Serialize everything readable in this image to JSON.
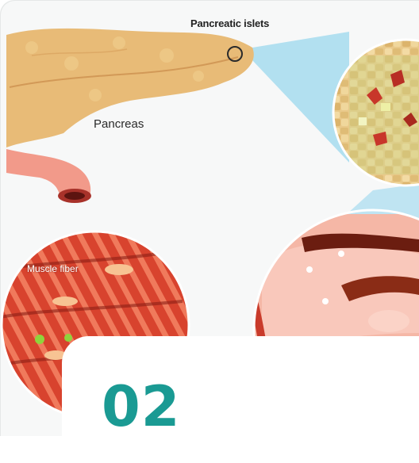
{
  "illustration": {
    "islets_label": "Pancreatic islets",
    "pancreas_label": "Pancreas",
    "muscle_label": "Muscle fiber",
    "colors": {
      "pancreas": "#e8bb77",
      "magnifier_beam": "#a6dcef",
      "muscle": "#d9462f",
      "accent": "#1a9a93"
    }
  },
  "badge": {
    "number": "02"
  }
}
